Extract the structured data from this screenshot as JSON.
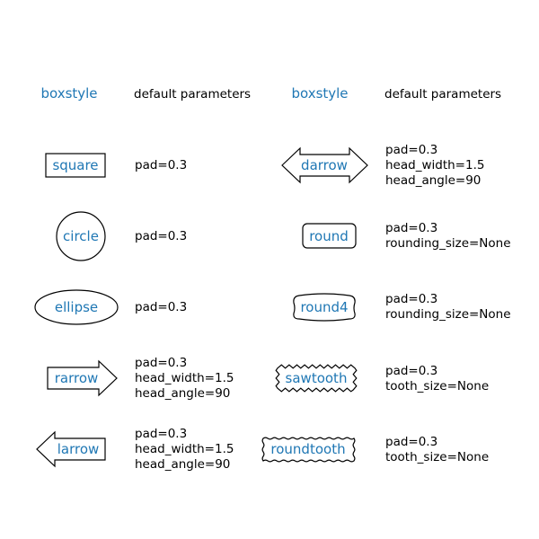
{
  "headers": {
    "left": {
      "style": "boxstyle",
      "params": "default parameters"
    },
    "right": {
      "style": "boxstyle",
      "params": "default parameters"
    }
  },
  "colors": {
    "label": "#1f77b4",
    "text": "#000000",
    "stroke": "#000000",
    "fill": "#ffffff"
  },
  "left_column": [
    {
      "name": "square",
      "shape": "square",
      "params": [
        "pad=0.3"
      ]
    },
    {
      "name": "circle",
      "shape": "circle",
      "params": [
        "pad=0.3"
      ]
    },
    {
      "name": "ellipse",
      "shape": "ellipse",
      "params": [
        "pad=0.3"
      ]
    },
    {
      "name": "rarrow",
      "shape": "rarrow",
      "params": [
        "pad=0.3",
        "head_width=1.5",
        "head_angle=90"
      ]
    },
    {
      "name": "larrow",
      "shape": "larrow",
      "params": [
        "pad=0.3",
        "head_width=1.5",
        "head_angle=90"
      ]
    }
  ],
  "right_column": [
    {
      "name": "darrow",
      "shape": "darrow",
      "params": [
        "pad=0.3",
        "head_width=1.5",
        "head_angle=90"
      ]
    },
    {
      "name": "round",
      "shape": "round",
      "params": [
        "pad=0.3",
        "rounding_size=None"
      ]
    },
    {
      "name": "round4",
      "shape": "round4",
      "params": [
        "pad=0.3",
        "rounding_size=None"
      ]
    },
    {
      "name": "sawtooth",
      "shape": "sawtooth",
      "params": [
        "pad=0.3",
        "tooth_size=None"
      ]
    },
    {
      "name": "roundtooth",
      "shape": "roundtooth",
      "params": [
        "pad=0.3",
        "tooth_size=None"
      ]
    }
  ]
}
